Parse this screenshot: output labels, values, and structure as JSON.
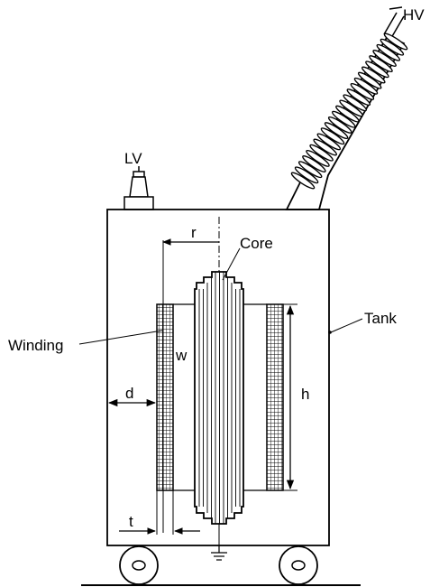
{
  "labels": {
    "hv": "HV",
    "lv": "LV",
    "core": "Core",
    "tank": "Tank",
    "winding": "Winding",
    "r": "r",
    "w": "w",
    "h": "h",
    "d": "d",
    "t": "t"
  },
  "icons": {
    "ground": "ground-symbol-icon",
    "wheel": "wheel-icon",
    "bushing_hv": "hv-bushing-icon",
    "bushing_lv": "lv-bushing-icon"
  },
  "colors": {
    "stroke": "#000000",
    "background": "#ffffff"
  }
}
